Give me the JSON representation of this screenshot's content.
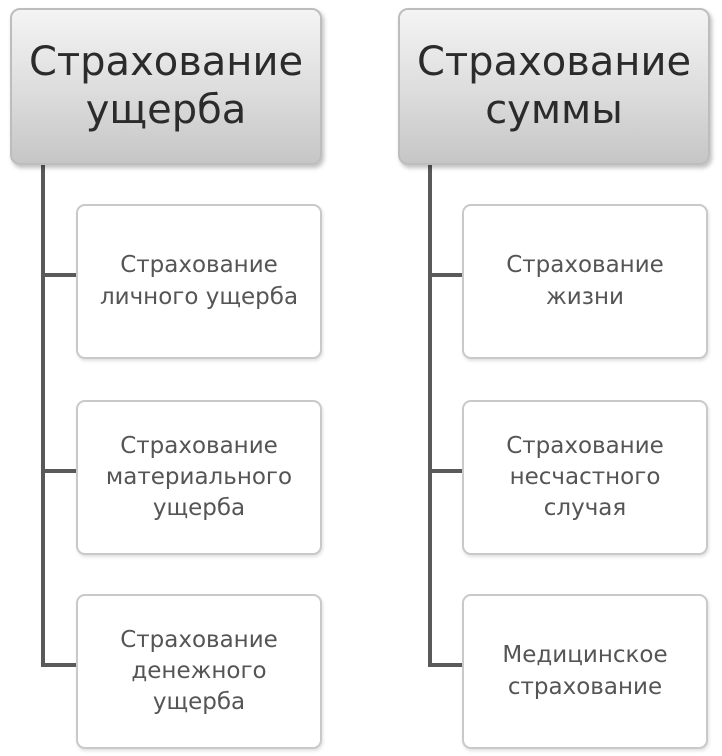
{
  "columns": [
    {
      "title": "Страхование\nущерба",
      "items": [
        "Страхование\nличного ущерба",
        "Страхование\nматериального\nущерба",
        "Страхование\nденежного\nущерба"
      ]
    },
    {
      "title": "Страхование\nсуммы",
      "items": [
        "Страхование\nжизни",
        "Страхование\nнесчастного\nслучая",
        "Медицинское\nстрахование"
      ]
    }
  ]
}
